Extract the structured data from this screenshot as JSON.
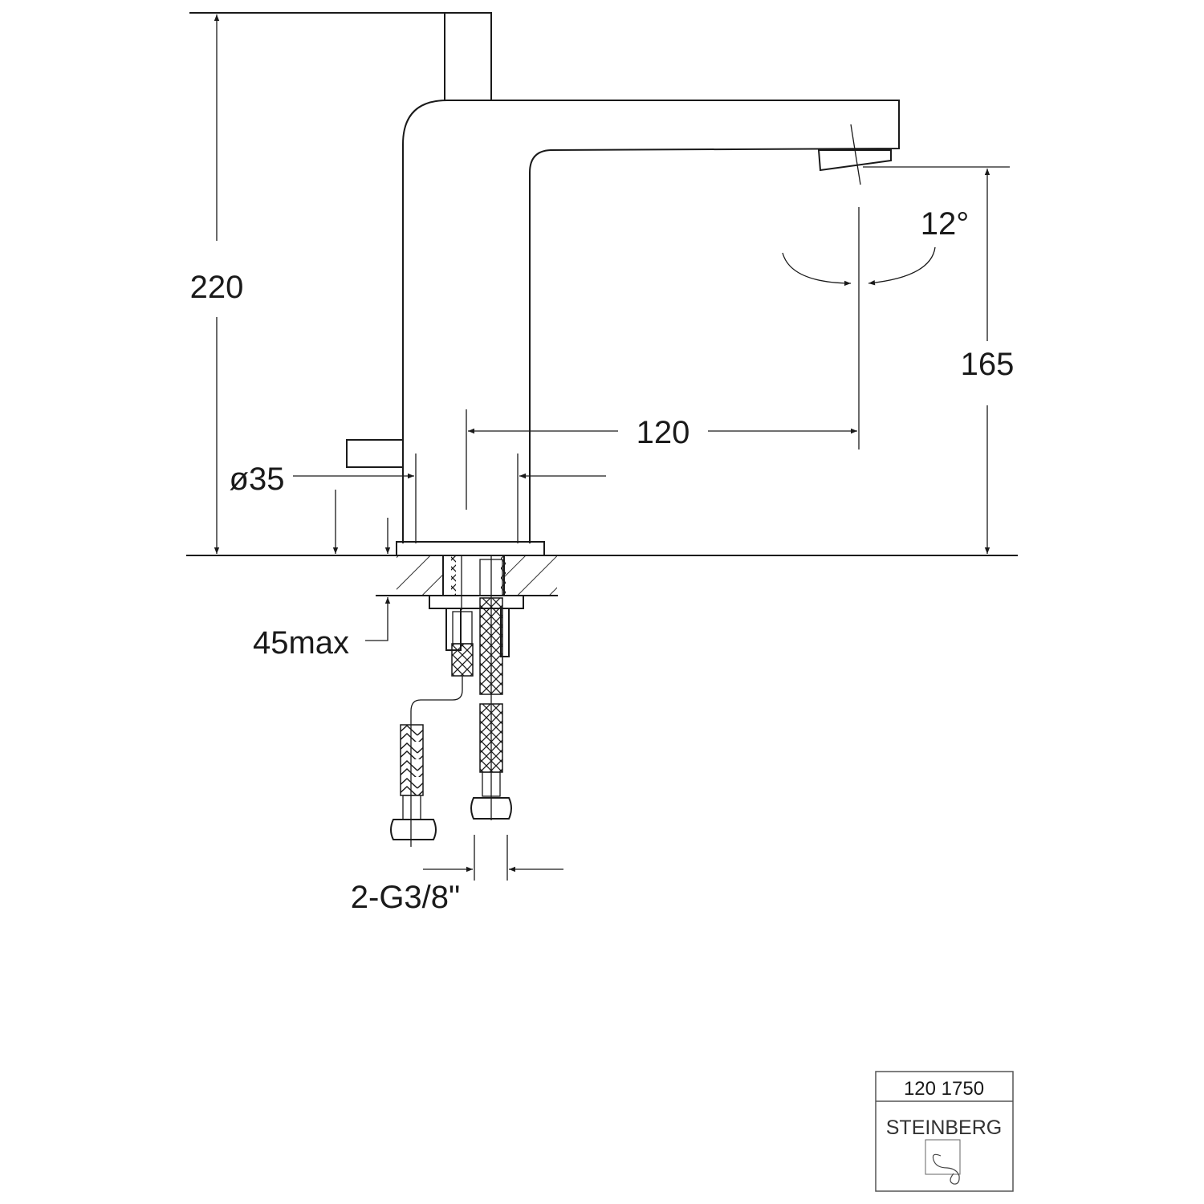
{
  "drawing": {
    "dimensions": {
      "total_height": "220",
      "spout_height": "165",
      "spout_reach": "120",
      "body_diameter": "ø35",
      "max_counter_thickness": "45max",
      "connections": "2-G3/8\"",
      "spout_swivel": "12°"
    },
    "title_block": {
      "article_number": "120 1750",
      "brand": "STEINBERG"
    }
  }
}
